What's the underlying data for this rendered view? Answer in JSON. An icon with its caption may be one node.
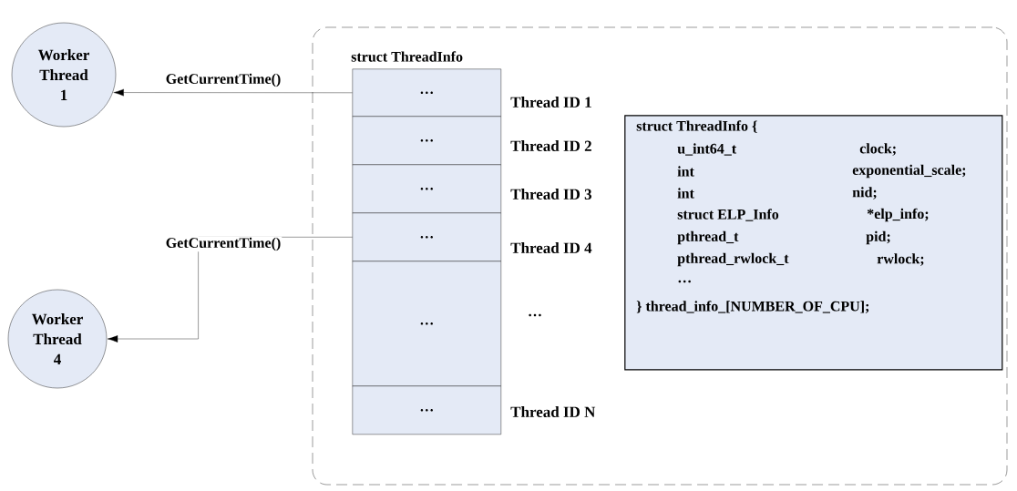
{
  "diagram": {
    "nodes": [
      {
        "text": [
          "Worker Thread 1"
        ]
      },
      {
        "text": [
          "Worker Thread 4"
        ]
      },
      {
        "text": [],
        "shape": "box"
      },
      {
        "text": [
          "…"
        ],
        "beside": [
          "Thread ID 1"
        ],
        "in": 2
      },
      {
        "text": [
          "…"
        ],
        "beside": [
          "Thread ID 2"
        ],
        "in": 2
      },
      {
        "text": [
          "…"
        ],
        "beside": [
          "Thread ID 3"
        ],
        "in": 2
      },
      {
        "text": [
          "…"
        ],
        "beside": [
          "Thread ID 4"
        ],
        "in": 2
      },
      {
        "text": [
          "…"
        ],
        "in": 2
      },
      {
        "text": [
          "…"
        ],
        "beside": [
          "Thread ID N"
        ],
        "in": 2
      },
      {
        "in": 2,
        "text": [
          "struct ThreadInfo {",
          "u_int64_t",
          "clock;",
          "int",
          "exponential_scale;",
          "int",
          "nid;",
          "struct ELP_Info",
          "*elp_info;",
          "pthread_t",
          "pid;",
          "pthread_rwlock_t",
          "rwlock;",
          "…",
          "} thread_info_[NUMBER_OF_CPU];"
        ]
      }
    ],
    "edges": [
      {
        "from": 3,
        "to": 0,
        "arrow": "to",
        "label": "GetCurrentTime()"
      },
      {
        "from": 6,
        "to": 1,
        "arrow": "to",
        "label": "GetCurrentTime()"
      }
    ],
    "labels": [
      "struct ThreadInfo",
      "…"
    ]
  }
}
